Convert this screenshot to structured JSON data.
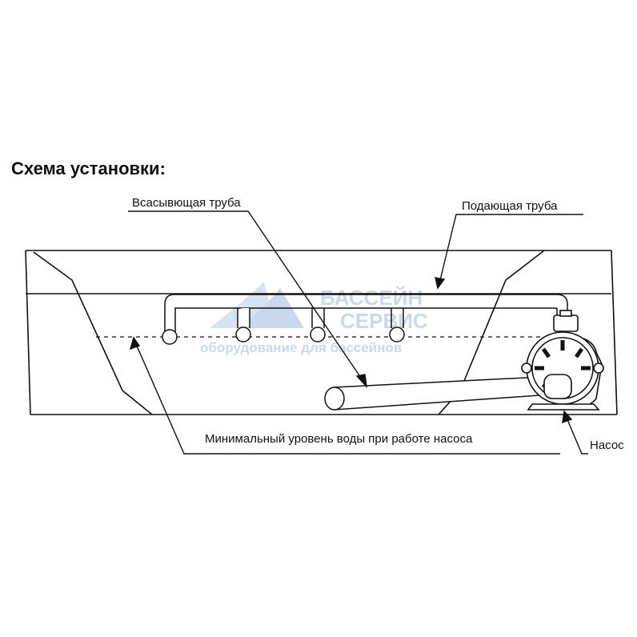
{
  "title": "Схема установки:",
  "labels": {
    "suction_pipe": "Всасывющая труба",
    "supply_pipe": "Подающая труба",
    "min_water_level": "Минимальный уровень воды при работе насоса",
    "pump": "Насос"
  },
  "watermark": {
    "line1": "БАССЕЙН",
    "line2": "СЕРВИС",
    "line3": "оборудование для бассейнов"
  },
  "colors": {
    "line": "#111111",
    "watermark": "#c9d9ec"
  }
}
